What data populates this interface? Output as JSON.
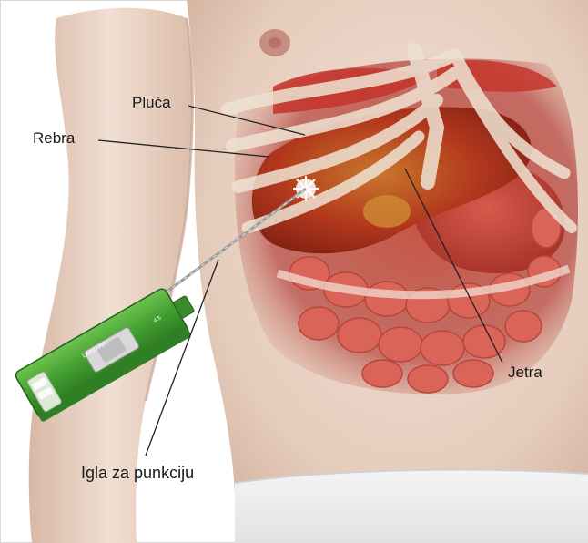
{
  "labels": {
    "lungs": "Pluća",
    "ribs": "Rebra",
    "liver": "Jetra",
    "needle": "Igla za punkciju"
  },
  "device": {
    "brand": "LANGWA",
    "model": "4.5"
  },
  "colors": {
    "skin": "#ead4c6",
    "skin_shadow": "#d9b9a7",
    "liver": "#b8321c",
    "organ_red": "#c9392c",
    "bone": "#efe3d3",
    "device_green": "#3f9b2d",
    "label_text": "#1a1a1a",
    "leader_line": "#222222"
  }
}
